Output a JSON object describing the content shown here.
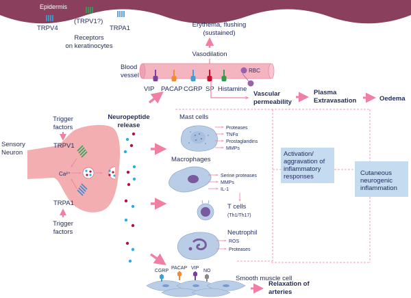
{
  "colors": {
    "skin": "#8a3f5c",
    "neuron": "#f2aeb0",
    "vessel": "#f4b4c0",
    "arrow": "#ef7fa3",
    "cell_fill": "#b9cde6",
    "nucleus": "#7a5a9e",
    "box_fill": "#c5dbf0",
    "text_dark": "#1f2a5c",
    "dot_blue": "#29aee3",
    "dot_red": "#b3123a",
    "trpv4": "#37a6d8",
    "trpv1": "#2ea55a",
    "trpa1": "#3d88d0",
    "vip": "#7b3fa0",
    "pacap": "#f58a2c",
    "cgrp": "#3d9ed8",
    "sp": "#c8102e",
    "histamine": "#2e9e4a",
    "no": "#8a8a8a"
  },
  "epidermis": {
    "label": "Epidermis",
    "receptors": [
      "TRPV4",
      "(TRPV1?)",
      "TRPA1"
    ],
    "caption_line1": "Receptors",
    "caption_line2": "on keratinocytes"
  },
  "vessel": {
    "label_line1": "Blood",
    "label_line2": "vessel",
    "rbc": "RBC",
    "mediators": [
      "VIP",
      "PACAP",
      "CGRP",
      "SP",
      "Histamine"
    ]
  },
  "top_effects": {
    "erythema_line1": "Erythema, flushing",
    "erythema_line2": "(sustained)",
    "vasodilation": "Vasodilation",
    "vascular_line1": "Vascular",
    "vascular_line2": "permeability",
    "plasma_line1": "Plasma",
    "plasma_line2": "Extravasation",
    "oedema": "Oedema"
  },
  "neuron": {
    "label_line1": "Sensory",
    "label_line2": "Neuron",
    "trigger_top_line1": "Trigger",
    "trigger_top_line2": "factors",
    "trpv1": "TRPV1",
    "calcium": "Ca²⁺",
    "trpa1": "TRPA1",
    "trigger_bottom_line1": "Trigger",
    "trigger_bottom_line2": "factors",
    "release_line1": "Neuropeptide",
    "release_line2": "release"
  },
  "mast_cells": {
    "title": "Mast cells",
    "products": [
      "Proteases",
      "TNFα",
      "Prostaglandins",
      "MMPs"
    ]
  },
  "macrophages": {
    "title": "Macrophages",
    "products": [
      "Serine proteases",
      "MMPs",
      "IL-1"
    ]
  },
  "t_cells": {
    "title": "T cells",
    "subtitle": "(Th1/Th17)"
  },
  "neutrophil": {
    "title": "Neutrophil",
    "products": [
      "ROS",
      "Proteases"
    ]
  },
  "boxes": {
    "activation_line1": "Activation/",
    "activation_line2": "aggravation of",
    "activation_line3": "inflammatory",
    "activation_line4": "responses",
    "cutaneous_line1": "Cutaneous",
    "cutaneous_line2": "neurogenic",
    "cutaneous_line3": "inflammation"
  },
  "smooth_muscle": {
    "label": "Smooth muscle cell",
    "mediators": [
      "CGRP",
      "PACAP",
      "VIP",
      "NO"
    ],
    "relax_line1": "Relaxation of",
    "relax_line2": "arteries"
  }
}
